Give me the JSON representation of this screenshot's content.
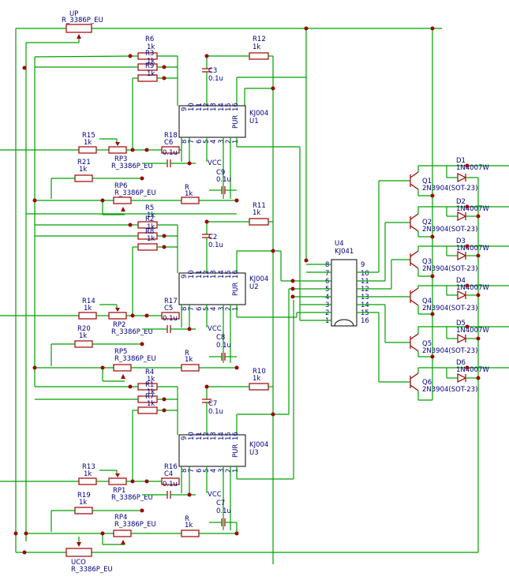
{
  "components": {
    "UP": {
      "ref": "UP",
      "value": "R_3386P_EU"
    },
    "UCO": {
      "ref": "UCO",
      "value": "R_3386P_EU"
    },
    "U1": {
      "ref": "U1",
      "part": "KJ004",
      "pur": "PUR",
      "pins_top": [
        "9",
        "10",
        "11",
        "12",
        "13",
        "14",
        "15",
        "16"
      ],
      "pins_bottom": [
        "8",
        "7",
        "6",
        "5",
        "4",
        "3",
        "2",
        "1"
      ]
    },
    "U2": {
      "ref": "U2",
      "part": "KJ004",
      "pur": "PUR"
    },
    "U3": {
      "ref": "U3",
      "part": "KJ004",
      "pur": "PUR"
    },
    "U4": {
      "ref": "U4",
      "part": "KJ041",
      "pins_left": [
        "8",
        "7",
        "6",
        "5",
        "4",
        "3",
        "2",
        "1"
      ],
      "pins_right": [
        "9",
        "10",
        "11",
        "12",
        "13",
        "14",
        "15",
        "16"
      ]
    },
    "vcc": "VCC",
    "ch1": {
      "R6": "R6",
      "R3": "R3",
      "R9": "R9",
      "R12": "R12",
      "R15": "R15",
      "R18": "R18",
      "R21": "R21",
      "RP3": "RP3",
      "RP6": "RP6",
      "R": "R",
      "C3": "C3",
      "C6": "C6",
      "C9": "C9",
      "val_c3": "0.1u",
      "val_c6": "0.1u",
      "val_c9": "0.1u"
    },
    "ch2": {
      "R5": "R5",
      "R2": "R2",
      "R8": "R8",
      "R11": "R11",
      "R14": "R14",
      "R17": "R17",
      "R20": "R20",
      "RP2": "RP2",
      "RP5": "RP5",
      "R": "R",
      "C2": "C2",
      "C5": "C5",
      "C8": "C8",
      "val": "0.1u"
    },
    "ch3": {
      "R4": "R4",
      "R1": "R1",
      "R7": "R7",
      "R10": "R10",
      "R13": "R13",
      "R16": "R16",
      "R19": "R19",
      "RP1": "RP1",
      "RP4": "RP4",
      "R": "R",
      "C7": "C7",
      "C4": "C4",
      "C7b": "C7",
      "val": "0.1u"
    },
    "res_value": "1k",
    "pot_value": "R_3386P_EU",
    "transistors": [
      {
        "ref": "Q1",
        "value": "2N3904(SOT-23)"
      },
      {
        "ref": "Q2",
        "value": "2N3904(SOT-23)"
      },
      {
        "ref": "Q3",
        "value": "2N3904(SOT-23)"
      },
      {
        "ref": "Q4",
        "value": "2N3904(SOT-23)"
      },
      {
        "ref": "Q5",
        "value": "2N3904(SOT-23)"
      },
      {
        "ref": "Q6",
        "value": "2N3904(SOT-23)"
      }
    ],
    "diodes": [
      {
        "ref": "D1",
        "value": "1N4007W"
      },
      {
        "ref": "D2",
        "value": "1N4007W"
      },
      {
        "ref": "D3",
        "value": "1N4007W"
      },
      {
        "ref": "D4",
        "value": "1N4007W"
      },
      {
        "ref": "D5",
        "value": "1N4007W"
      },
      {
        "ref": "D6",
        "value": "1N4007W"
      }
    ]
  }
}
